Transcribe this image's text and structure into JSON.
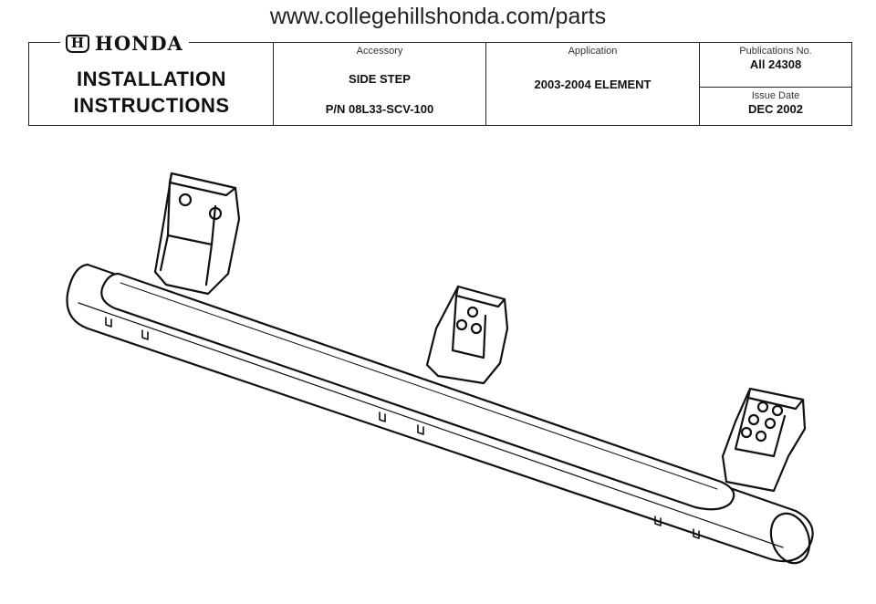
{
  "header": {
    "url": "www.collegehillshonda.com/parts"
  },
  "brand": {
    "logo_mark": "H",
    "logo_word": "HONDA",
    "doc_title_line1": "INSTALLATION",
    "doc_title_line2": "INSTRUCTIONS"
  },
  "accessory": {
    "label": "Accessory",
    "name": "SIDE STEP",
    "part_number": "P/N 08L33-SCV-100"
  },
  "application": {
    "label": "Application",
    "value": "2003-2004 ELEMENT"
  },
  "publication": {
    "label": "Publications No.",
    "value": "All 24308"
  },
  "issue": {
    "label": "Issue Date",
    "value": "DEC 2002"
  },
  "illustration": {
    "subject": "side-step-bar-with-three-mounting-brackets"
  }
}
